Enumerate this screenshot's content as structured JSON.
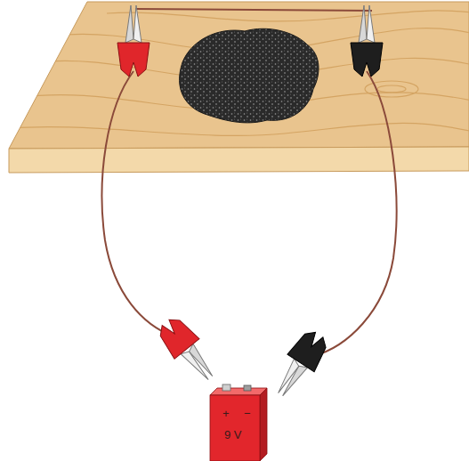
{
  "diagram": {
    "nodes": [
      {
        "text": [
          "+",
          "−",
          "9 V"
        ]
      }
    ]
  }
}
